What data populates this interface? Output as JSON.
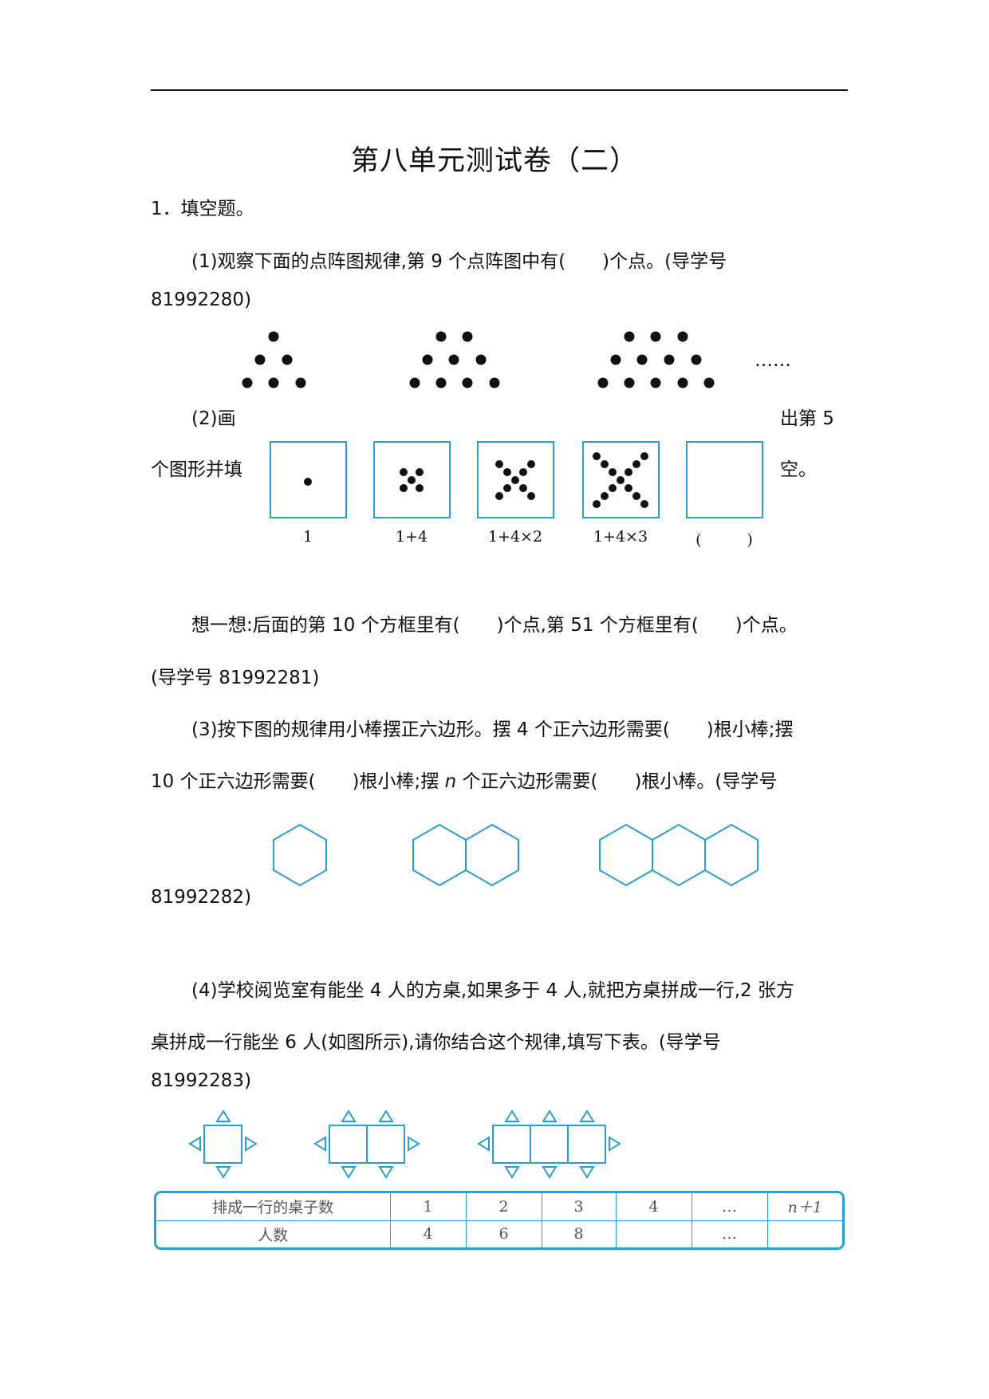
{
  "title": "第八单元测试卷（二）",
  "section1": "1．填空题。",
  "q1": {
    "line1": "(1)观察下面的点阵图规律,第 9 个点阵图中有(　　)个点。(导学号",
    "line2": "81992280)",
    "ellipsis": "……"
  },
  "q2": {
    "left1": "(2)画",
    "right1": "出第 5",
    "left2": "个图形并填",
    "right2": "空。",
    "captions": [
      "1",
      "1+4",
      "1+4×2",
      "1+4×3",
      "(　　　)"
    ],
    "think1": "想一想:后面的第 10 个方框里有(　　)个点,第 51 个方框里有(　　)个点。",
    "think2": "(导学号 81992281)"
  },
  "q3": {
    "line1": "(3)按下图的规律用小棒摆正六边形。摆 4 个正六边形需要(　　)根小棒;摆",
    "line2a": "10 个正六边形需要(　　)根小棒;摆 ",
    "line2n": "n",
    "line2b": " 个正六边形需要(　　)根小棒。(导学号",
    "line3": "81992282)"
  },
  "q4": {
    "line1": "(4)学校阅览室有能坐 4 人的方桌,如果多于 4 人,就把方桌拼成一行,2 张方",
    "line2": "桌拼成一行能坐 6 人(如图所示),请你结合这个规律,填写下表。(导学号",
    "line3": "81992283)"
  },
  "table": {
    "row1": [
      "排成一行的桌子数",
      "1",
      "2",
      "3",
      "4",
      "…",
      "n＋1"
    ],
    "row2": [
      "人数",
      "4",
      "6",
      "8",
      "",
      "…",
      ""
    ]
  },
  "colors": {
    "accent": "#2a9fd6",
    "text": "#111111"
  }
}
